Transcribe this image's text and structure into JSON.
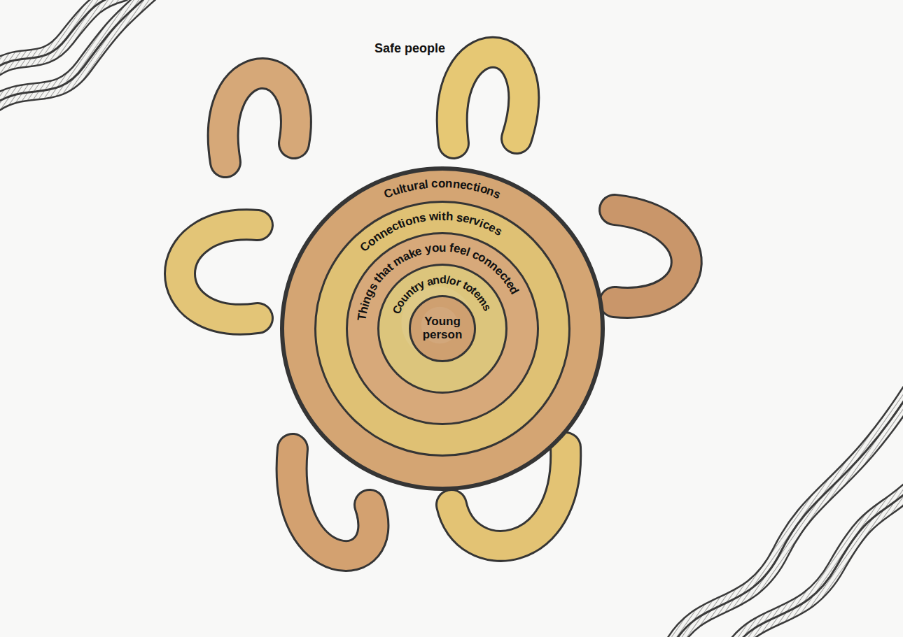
{
  "diagram": {
    "nodes": [
      {
        "text": [
          "Cultural connections"
        ]
      },
      {
        "text": [
          "Connections with services"
        ],
        "in": 0
      },
      {
        "text": [
          "Things that make you feel connected"
        ],
        "in": 1
      },
      {
        "text": [
          "Country and/or totems"
        ],
        "in": 2
      },
      {
        "text": [
          "Young person"
        ],
        "in": 3
      }
    ],
    "labels": [
      "Safe people"
    ]
  }
}
